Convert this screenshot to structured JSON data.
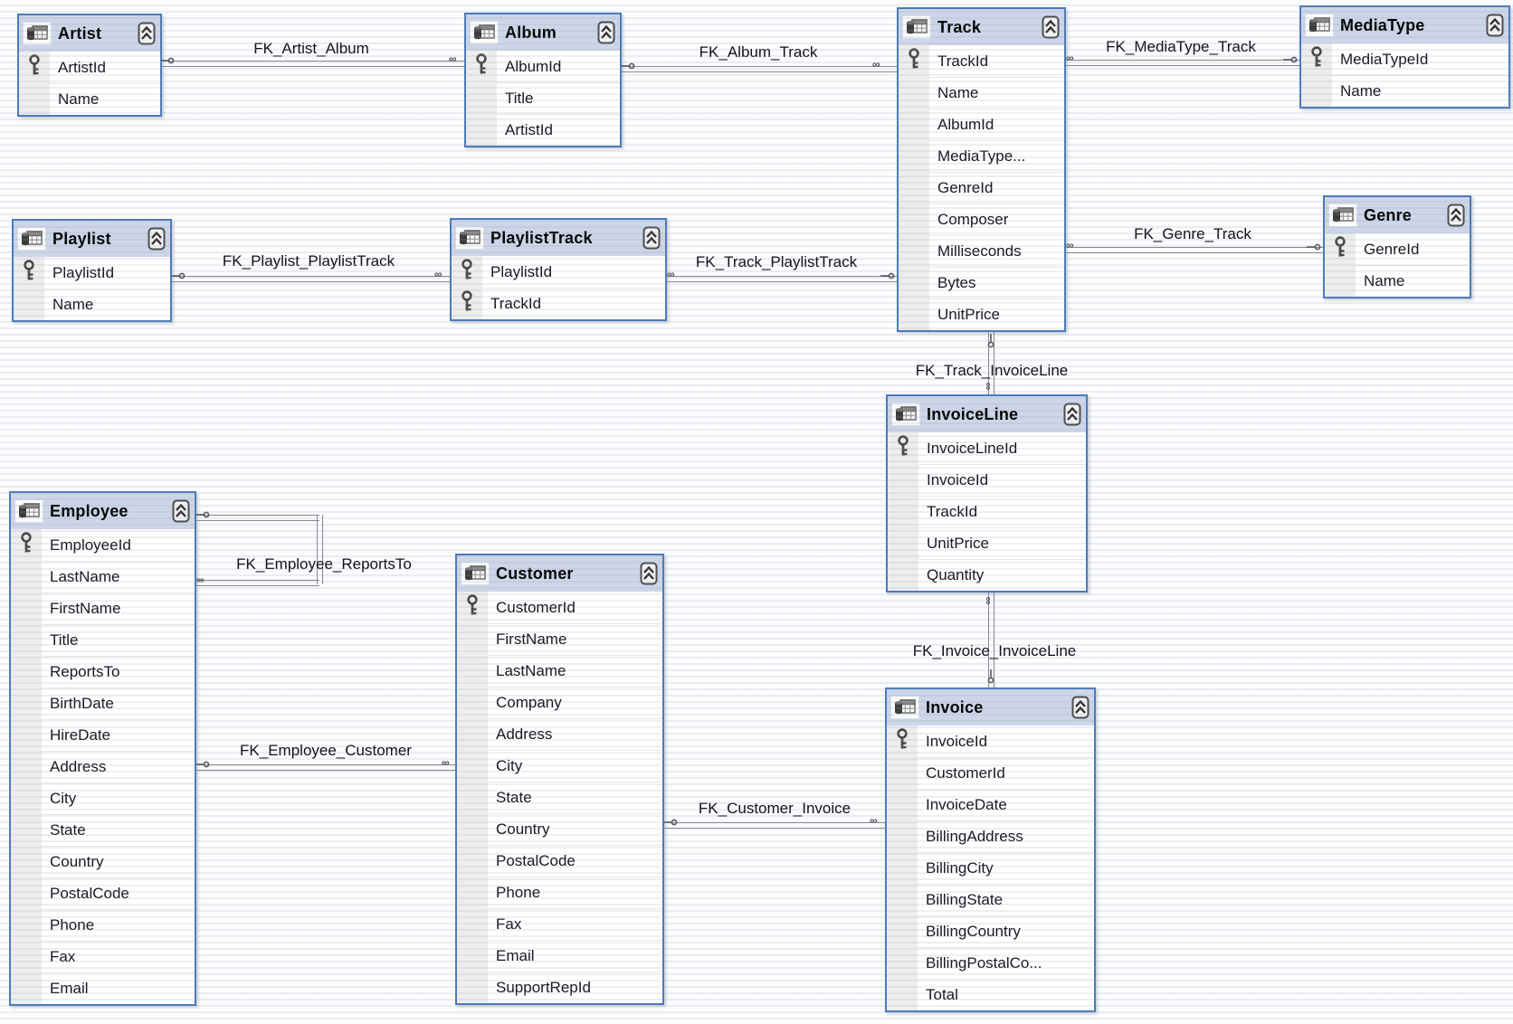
{
  "diagram": {
    "tables": [
      {
        "name": "Artist",
        "columns": [
          {
            "name": "ArtistId",
            "pk": true
          },
          {
            "name": "Name",
            "pk": false
          }
        ]
      },
      {
        "name": "Album",
        "columns": [
          {
            "name": "AlbumId",
            "pk": true
          },
          {
            "name": "Title",
            "pk": false
          },
          {
            "name": "ArtistId",
            "pk": false
          }
        ]
      },
      {
        "name": "Track",
        "columns": [
          {
            "name": "TrackId",
            "pk": true
          },
          {
            "name": "Name",
            "pk": false
          },
          {
            "name": "AlbumId",
            "pk": false
          },
          {
            "name": "MediaType...",
            "pk": false
          },
          {
            "name": "GenreId",
            "pk": false
          },
          {
            "name": "Composer",
            "pk": false
          },
          {
            "name": "Milliseconds",
            "pk": false
          },
          {
            "name": "Bytes",
            "pk": false
          },
          {
            "name": "UnitPrice",
            "pk": false
          }
        ]
      },
      {
        "name": "MediaType",
        "columns": [
          {
            "name": "MediaTypeId",
            "pk": true
          },
          {
            "name": "Name",
            "pk": false
          }
        ]
      },
      {
        "name": "Genre",
        "columns": [
          {
            "name": "GenreId",
            "pk": true
          },
          {
            "name": "Name",
            "pk": false
          }
        ]
      },
      {
        "name": "Playlist",
        "columns": [
          {
            "name": "PlaylistId",
            "pk": true
          },
          {
            "name": "Name",
            "pk": false
          }
        ]
      },
      {
        "name": "PlaylistTrack",
        "columns": [
          {
            "name": "PlaylistId",
            "pk": true
          },
          {
            "name": "TrackId",
            "pk": true
          }
        ]
      },
      {
        "name": "InvoiceLine",
        "columns": [
          {
            "name": "InvoiceLineId",
            "pk": true
          },
          {
            "name": "InvoiceId",
            "pk": false
          },
          {
            "name": "TrackId",
            "pk": false
          },
          {
            "name": "UnitPrice",
            "pk": false
          },
          {
            "name": "Quantity",
            "pk": false
          }
        ]
      },
      {
        "name": "Invoice",
        "columns": [
          {
            "name": "InvoiceId",
            "pk": true
          },
          {
            "name": "CustomerId",
            "pk": false
          },
          {
            "name": "InvoiceDate",
            "pk": false
          },
          {
            "name": "BillingAddress",
            "pk": false
          },
          {
            "name": "BillingCity",
            "pk": false
          },
          {
            "name": "BillingState",
            "pk": false
          },
          {
            "name": "BillingCountry",
            "pk": false
          },
          {
            "name": "BillingPostalCo...",
            "pk": false
          },
          {
            "name": "Total",
            "pk": false
          }
        ]
      },
      {
        "name": "Customer",
        "columns": [
          {
            "name": "CustomerId",
            "pk": true
          },
          {
            "name": "FirstName",
            "pk": false
          },
          {
            "name": "LastName",
            "pk": false
          },
          {
            "name": "Company",
            "pk": false
          },
          {
            "name": "Address",
            "pk": false
          },
          {
            "name": "City",
            "pk": false
          },
          {
            "name": "State",
            "pk": false
          },
          {
            "name": "Country",
            "pk": false
          },
          {
            "name": "PostalCode",
            "pk": false
          },
          {
            "name": "Phone",
            "pk": false
          },
          {
            "name": "Fax",
            "pk": false
          },
          {
            "name": "Email",
            "pk": false
          },
          {
            "name": "SupportRepId",
            "pk": false
          }
        ]
      },
      {
        "name": "Employee",
        "columns": [
          {
            "name": "EmployeeId",
            "pk": true
          },
          {
            "name": "LastName",
            "pk": false
          },
          {
            "name": "FirstName",
            "pk": false
          },
          {
            "name": "Title",
            "pk": false
          },
          {
            "name": "ReportsTo",
            "pk": false
          },
          {
            "name": "BirthDate",
            "pk": false
          },
          {
            "name": "HireDate",
            "pk": false
          },
          {
            "name": "Address",
            "pk": false
          },
          {
            "name": "City",
            "pk": false
          },
          {
            "name": "State",
            "pk": false
          },
          {
            "name": "Country",
            "pk": false
          },
          {
            "name": "PostalCode",
            "pk": false
          },
          {
            "name": "Phone",
            "pk": false
          },
          {
            "name": "Fax",
            "pk": false
          },
          {
            "name": "Email",
            "pk": false
          }
        ]
      }
    ],
    "relationships": [
      {
        "name": "FK_Artist_Album",
        "one_side": "Artist",
        "many_side": "Album"
      },
      {
        "name": "FK_Album_Track",
        "one_side": "Album",
        "many_side": "Track"
      },
      {
        "name": "FK_MediaType_Track",
        "one_side": "MediaType",
        "many_side": "Track"
      },
      {
        "name": "FK_Genre_Track",
        "one_side": "Genre",
        "many_side": "Track"
      },
      {
        "name": "FK_Playlist_PlaylistTrack",
        "one_side": "Playlist",
        "many_side": "PlaylistTrack"
      },
      {
        "name": "FK_Track_PlaylistTrack",
        "one_side": "Track",
        "many_side": "PlaylistTrack"
      },
      {
        "name": "FK_Track_InvoiceLine",
        "one_side": "Track",
        "many_side": "InvoiceLine"
      },
      {
        "name": "FK_Invoice_InvoiceLine",
        "one_side": "Invoice",
        "many_side": "InvoiceLine"
      },
      {
        "name": "FK_Employee_ReportsTo",
        "one_side": "Employee",
        "many_side": "Employee"
      },
      {
        "name": "FK_Employee_Customer",
        "one_side": "Employee",
        "many_side": "Customer"
      },
      {
        "name": "FK_Customer_Invoice",
        "one_side": "Customer",
        "many_side": "Invoice"
      }
    ],
    "symbols": {
      "many_glyph": "∞"
    },
    "icons": [
      "table-icon",
      "collapse-chevron-icon",
      "primary-key-icon",
      "one-end-key-icon",
      "many-end-infinity-icon"
    ],
    "colors": {
      "table_border": "#4b79bd",
      "header_bg": "#cdd6e8",
      "row_bg": "#ffffff",
      "gutter_bg": "#ededee",
      "line": "#84888d",
      "text": "#15151f",
      "background": "#fbfcfd"
    }
  }
}
